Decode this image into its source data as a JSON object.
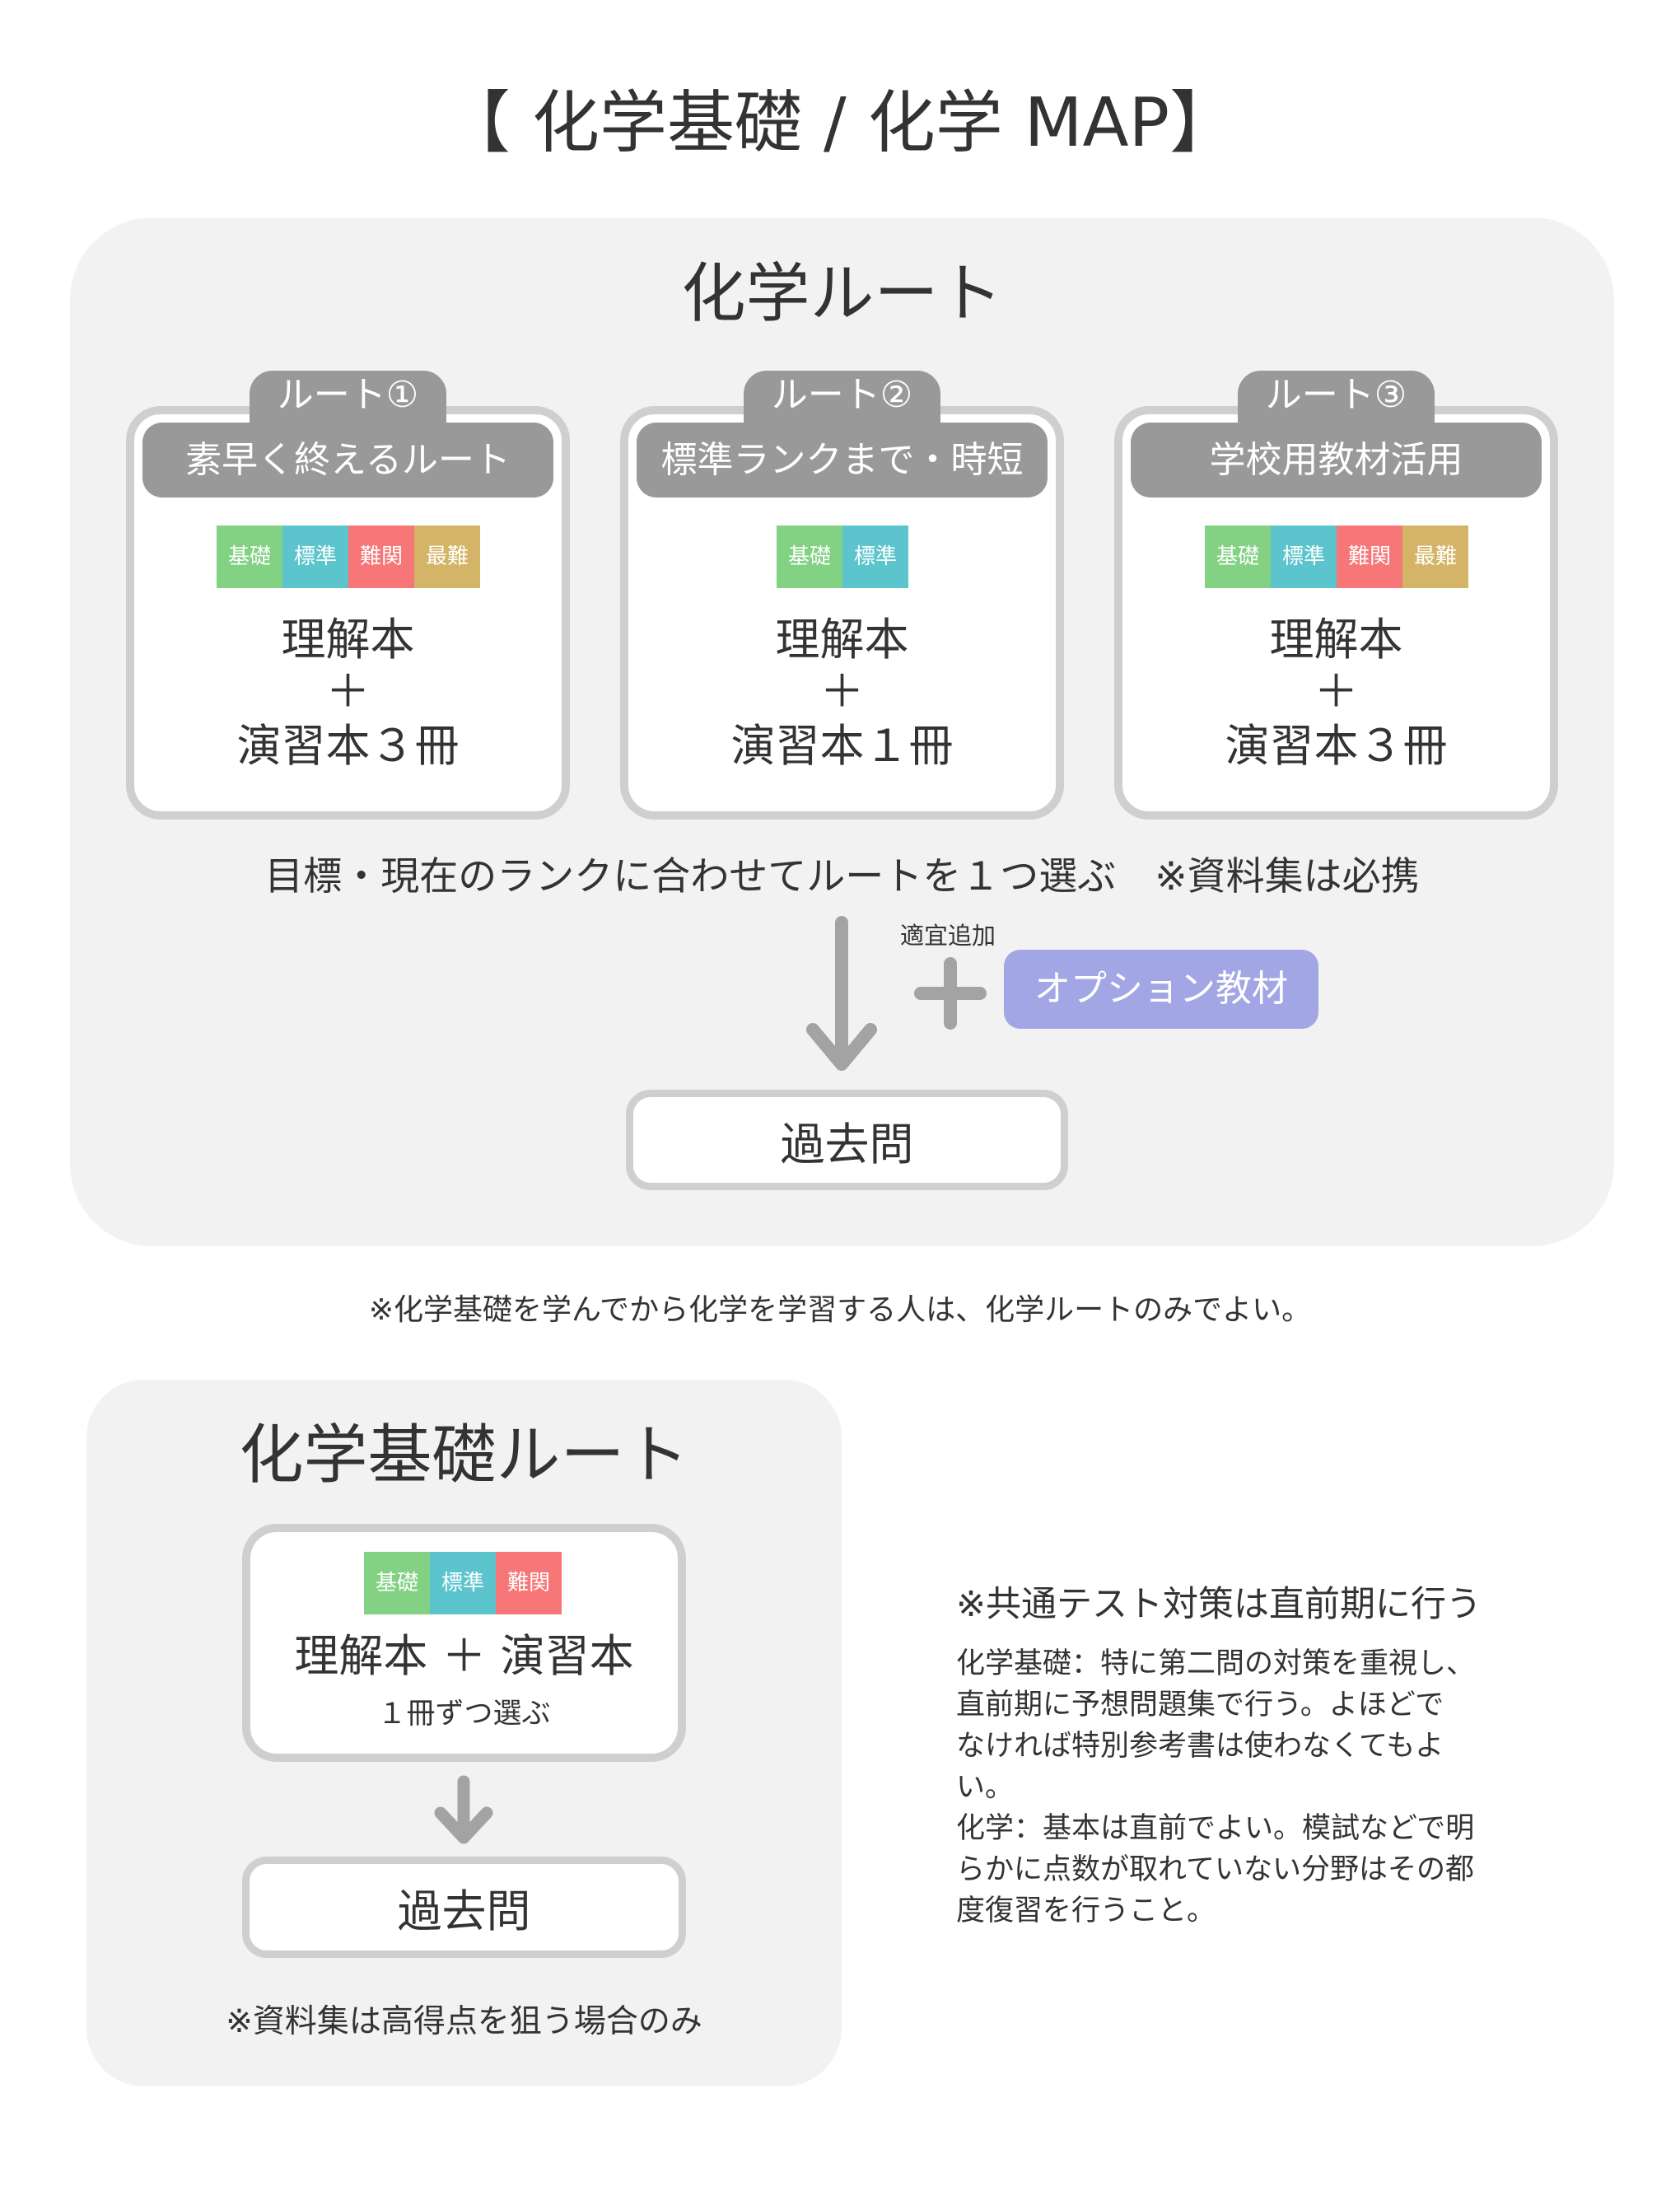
{
  "title": "【 化学基礎 / 化学 MAP】",
  "colors": {
    "kiso": "#83d183",
    "hyojun": "#5bc4cc",
    "nankan": "#f77677",
    "sainan": "#d4b466",
    "option": "#a3a6e4",
    "header": "#999999"
  },
  "chem_route": {
    "title": "化学ルート",
    "routes": [
      {
        "tab": "ルート①",
        "header": "素早く終えるルート",
        "levels": [
          "基礎",
          "標準",
          "難関",
          "最難"
        ],
        "line1": "理解本",
        "plus": "＋",
        "line2": "演習本３冊"
      },
      {
        "tab": "ルート②",
        "header": "標準ランクまで・時短",
        "levels": [
          "基礎",
          "標準"
        ],
        "line1": "理解本",
        "plus": "＋",
        "line2": "演習本１冊"
      },
      {
        "tab": "ルート③",
        "header": "学校用教材活用",
        "levels": [
          "基礎",
          "標準",
          "難関",
          "最難"
        ],
        "line1": "理解本",
        "plus": "＋",
        "line2": "演習本３冊"
      }
    ],
    "instruction": "目標・現在のランクに合わせてルートを１つ選ぶ　※資料集は必携",
    "optional_label": "適宜追加",
    "option_button": "オプション教材",
    "past_exam": "過去問"
  },
  "note": "※化学基礎を学んでから化学を学習する人は、化学ルートのみでよい。",
  "basic_route": {
    "title": "化学基礎ルート",
    "levels": [
      "基礎",
      "標準",
      "難関"
    ],
    "line1": "理解本 ＋ 演習本",
    "line2": "１冊ずつ選ぶ",
    "past_exam": "過去問",
    "footnote": "※資料集は高得点を狙う場合のみ"
  },
  "side_note": {
    "heading": "※共通テスト対策は直前期に行う",
    "lines": [
      "化学基礎：特に第二問の対策を重視し、",
      "直前期に予想問題集で行う。よほどで",
      "なければ特別参考書は使わなくてもよ",
      "い。",
      "化学：基本は直前でよい。模試などで明",
      "らかに点数が取れていない分野はその都",
      "度復習を行うこと。"
    ]
  }
}
